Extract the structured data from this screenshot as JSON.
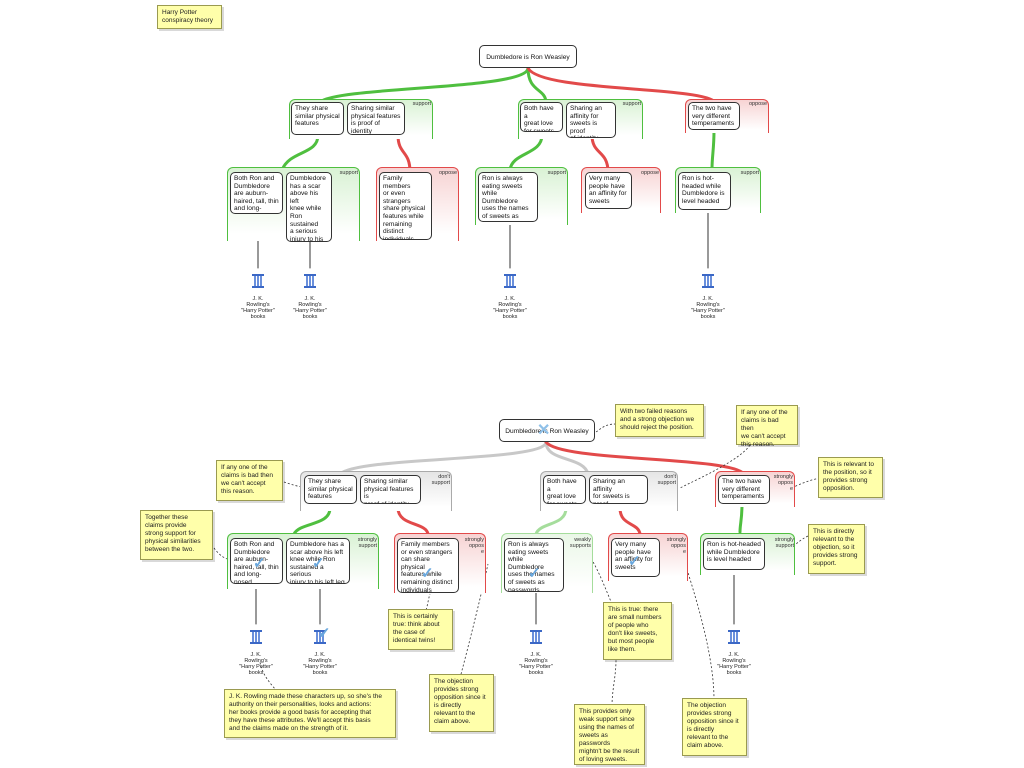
{
  "colors": {
    "support": "#4fbf3f",
    "oppose": "#e24a4a",
    "gray": "#aaaaaa",
    "light_support": "#a5dd9c",
    "note_bg": "#ffffaa"
  },
  "title_note": "Harry Potter\nconspiracy theory",
  "top": {
    "claim": "Dumbledore is Ron Weasley",
    "reasons": [
      {
        "type": "support",
        "label": "support",
        "premises": [
          "They share\nsimilar physical\nfeatures",
          "Sharing similar\nphysical features\nis proof of identity"
        ]
      },
      {
        "type": "support",
        "label": "support",
        "premises": [
          "Both have a\ngreat love\nfor sweets",
          "Sharing an\naffinity for\nsweets is proof\nof identity"
        ]
      },
      {
        "type": "oppose",
        "label": "oppose",
        "premises": [
          "The two have\nvery different\ntemperaments"
        ]
      }
    ],
    "sub_reasons": [
      {
        "type": "support",
        "label": "support",
        "premises": [
          "Both Ron and\nDumbledore\nare auburn-\nhaired, tall, thin\nand long-nosed",
          "Dumbledore\nhas a scar\nabove his left\nknee while\nRon sustained\na serious\ninjury to his\nleft leg"
        ]
      },
      {
        "type": "oppose",
        "label": "oppose",
        "premises": [
          "Family\nmembers\nor even strangers\nshare physical\nfeatures while\nremaining\ndistinct\nindividuals"
        ]
      },
      {
        "type": "support",
        "label": "support",
        "premises": [
          "Ron is always\neating sweets\nwhile Dumbledore\nuses the names\nof sweets as\npasswords"
        ]
      },
      {
        "type": "oppose",
        "label": "oppose",
        "premises": [
          "Very many\npeople have\nan affinity for\nsweets"
        ]
      },
      {
        "type": "support",
        "label": "support",
        "premises": [
          "Ron is hot-\nheaded while\nDumbledore is\nlevel headed"
        ]
      }
    ],
    "source_label": "J. K.\nRowling's\n\"Harry Potter\"\nbooks"
  },
  "bottom": {
    "claim": "Dumbledore is Ron Weasley",
    "reasons": [
      {
        "type": "gray",
        "label": "don't\nsupport",
        "premises": [
          "They share\nsimilar physical\nfeatures",
          "Sharing similar\nphysical features is\nproof of identity"
        ]
      },
      {
        "type": "gray",
        "label": "don't\nsupport",
        "premises": [
          "Both have a\ngreat love\nfor sweets",
          "Sharing an affinity\nfor sweets is proof\nof identity"
        ]
      },
      {
        "type": "oppose",
        "label": "strongly\noppos\ne",
        "premises": [
          "The two have\nvery different\ntemperaments"
        ]
      }
    ],
    "sub_reasons": [
      {
        "type": "support",
        "label": "strongly\nsupport",
        "premises": [
          "Both Ron and\nDumbledore\nare auburn-\nhaired, tall, thin\nand long-nosed",
          "Dumbledore has a\nscar above his left\nknee while Ron\nsustained a serious\ninjury to his left leg"
        ]
      },
      {
        "type": "oppose",
        "label": "strongly\noppos\ne",
        "premises": [
          "Family members\nor even strangers\ncan share physical\nfeatures while\nremaining distinct\nindividuals"
        ]
      },
      {
        "type": "lightgreen",
        "label": "weakly\nsupports",
        "premises": [
          "Ron is always\neating sweets\nwhile Dumbledore\nuses the names\nof sweets as\npasswords"
        ]
      },
      {
        "type": "oppose",
        "label": "strongly\noppos\ne",
        "premises": [
          "Very many\npeople have\nan affinity for\nsweets"
        ]
      },
      {
        "type": "support",
        "label": "strongly\nsupport",
        "premises": [
          "Ron is hot-headed\nwhile Dumbledore\nis level headed"
        ]
      }
    ],
    "source_label": "J. K.\nRowling's\n\"Harry Potter\"\nbooks",
    "notes": [
      "With two failed reasons\nand a strong objection we\nshould reject the position.",
      "If any one of the\nclaims is bad then\nwe can't accept\nthis reason.",
      "This is relevant to\nthe position, so it\nprovides strong\nopposition.",
      "If any one of the\nclaims is bad then\nwe can't accept\nthis reason.",
      "Together these\nclaims provide\nstrong support for\nphysical similarities\nbetween the two.",
      "This is directly\nrelevant to the\nobjection, so it\nprovides strong\nsupport.",
      "This is certainly\ntrue: think about\nthe case of\nidentical twins!",
      "This is true: there\nare small numbers\nof people who\ndon't like sweets,\nbut most people\nlike them.",
      "J. K. Rowling made these characters up, so she's the\nauthority on their personalities, looks and actions:\nher books provide a good basis for accepting that\nthey have these attributes.  We'll accept this basis\nand the claims made on the strength of it.",
      "The objection\nprovides strong\nopposition since it\nis directly\nrelevant to the\nclaim above.",
      "This provides only\nweak support since\nusing the names of\nsweets as passwords\nmightn't be the result\nof loving sweets.",
      "The objection\nprovides strong\nopposition since it\nis directly\nrelevant to the\nclaim above."
    ]
  }
}
